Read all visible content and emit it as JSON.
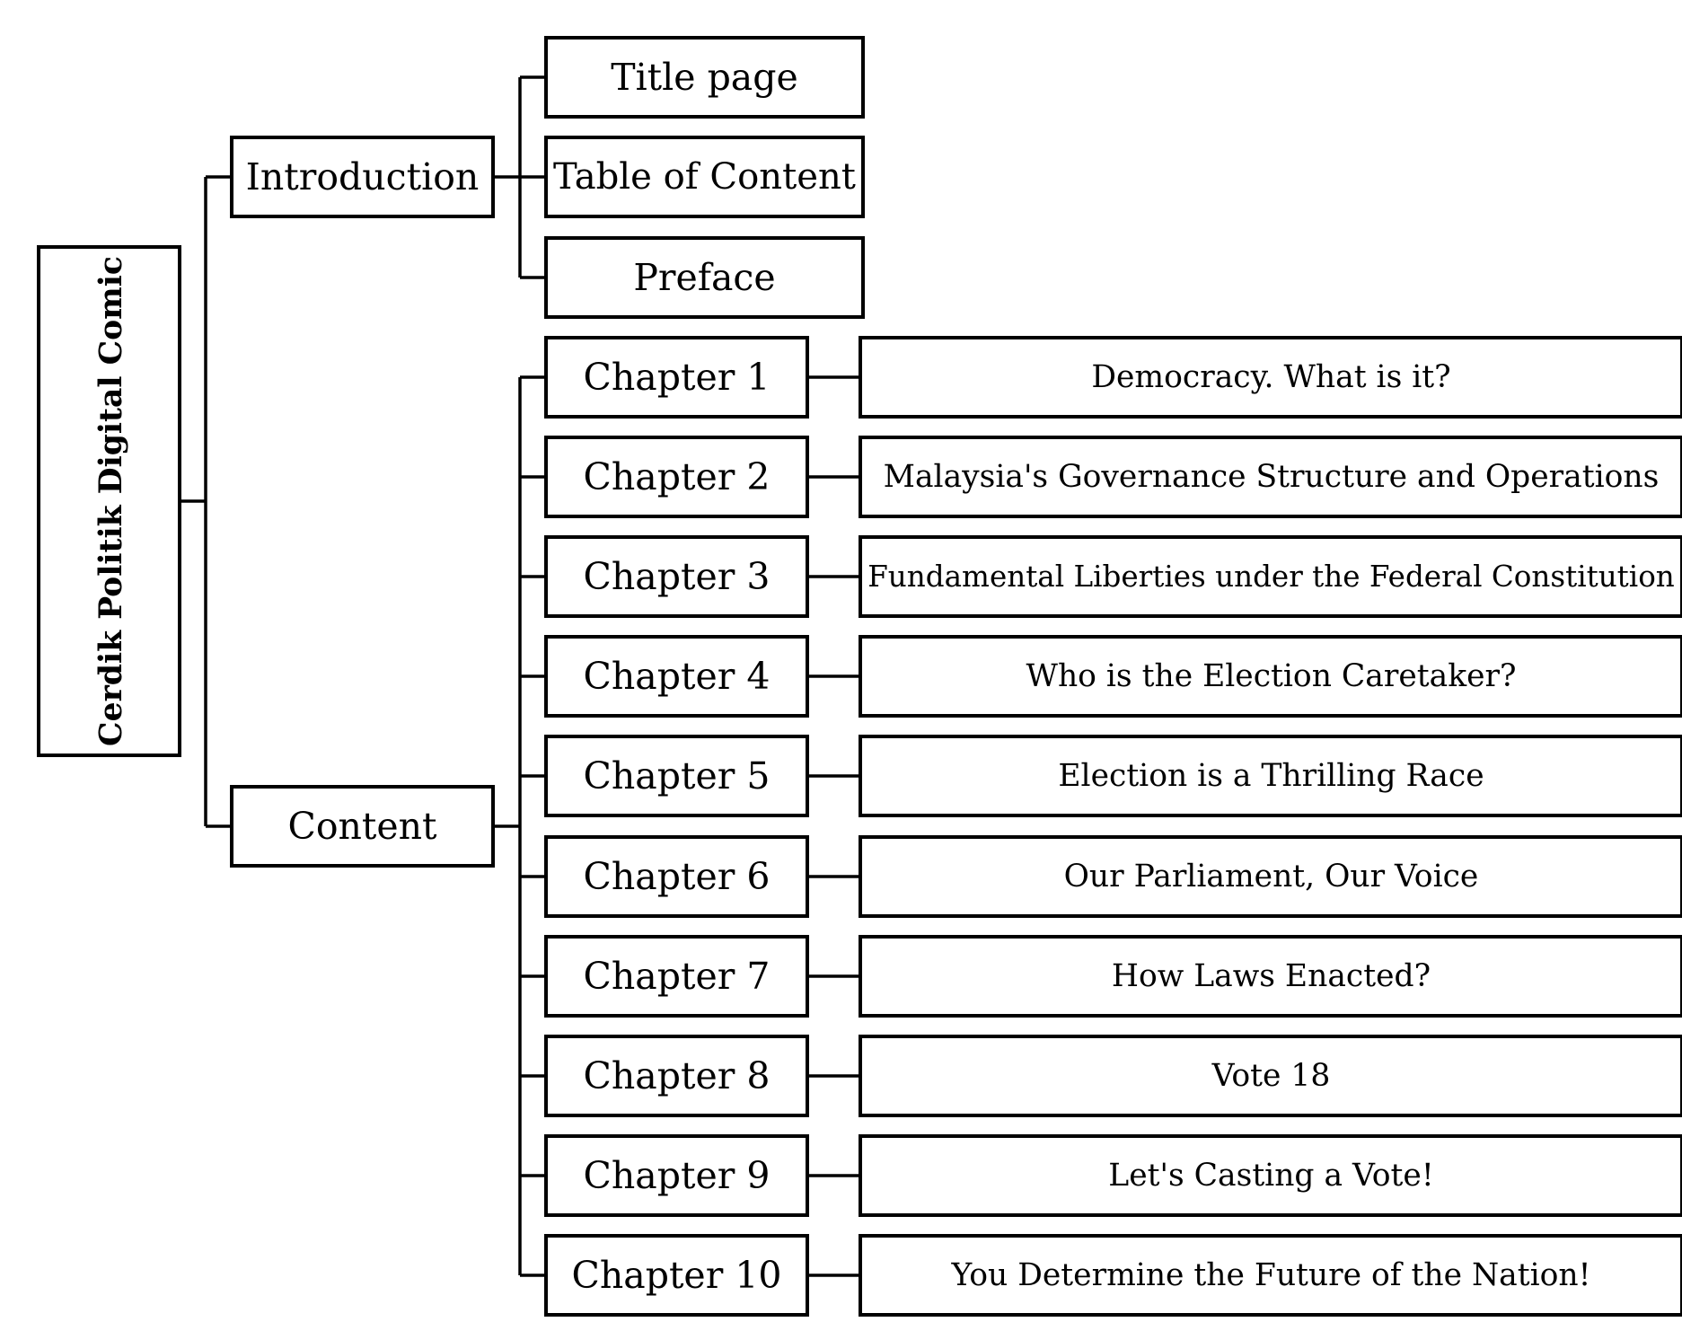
{
  "root": {
    "label": "Cerdik Politik Digital Comic"
  },
  "introduction": {
    "label": "Introduction",
    "items": [
      "Title page",
      "Table of Content",
      "Preface"
    ]
  },
  "content": {
    "label": "Content",
    "chapters": [
      {
        "label": "Chapter 1",
        "title": "Democracy. What is it?"
      },
      {
        "label": "Chapter 2",
        "title": "Malaysia's Governance Structure and Operations"
      },
      {
        "label": "Chapter 3",
        "title": "Fundamental Liberties under the Federal Constitution"
      },
      {
        "label": "Chapter 4",
        "title": "Who is the Election Caretaker?"
      },
      {
        "label": "Chapter 5",
        "title": "Election is a Thrilling Race"
      },
      {
        "label": "Chapter 6",
        "title": "Our Parliament, Our Voice"
      },
      {
        "label": "Chapter 7",
        "title": "How Laws Enacted?"
      },
      {
        "label": "Chapter 8",
        "title": "Vote 18"
      },
      {
        "label": "Chapter 9",
        "title": "Let's Casting a Vote!"
      },
      {
        "label": "Chapter 10",
        "title": "You Determine the Future of the Nation!"
      }
    ]
  }
}
